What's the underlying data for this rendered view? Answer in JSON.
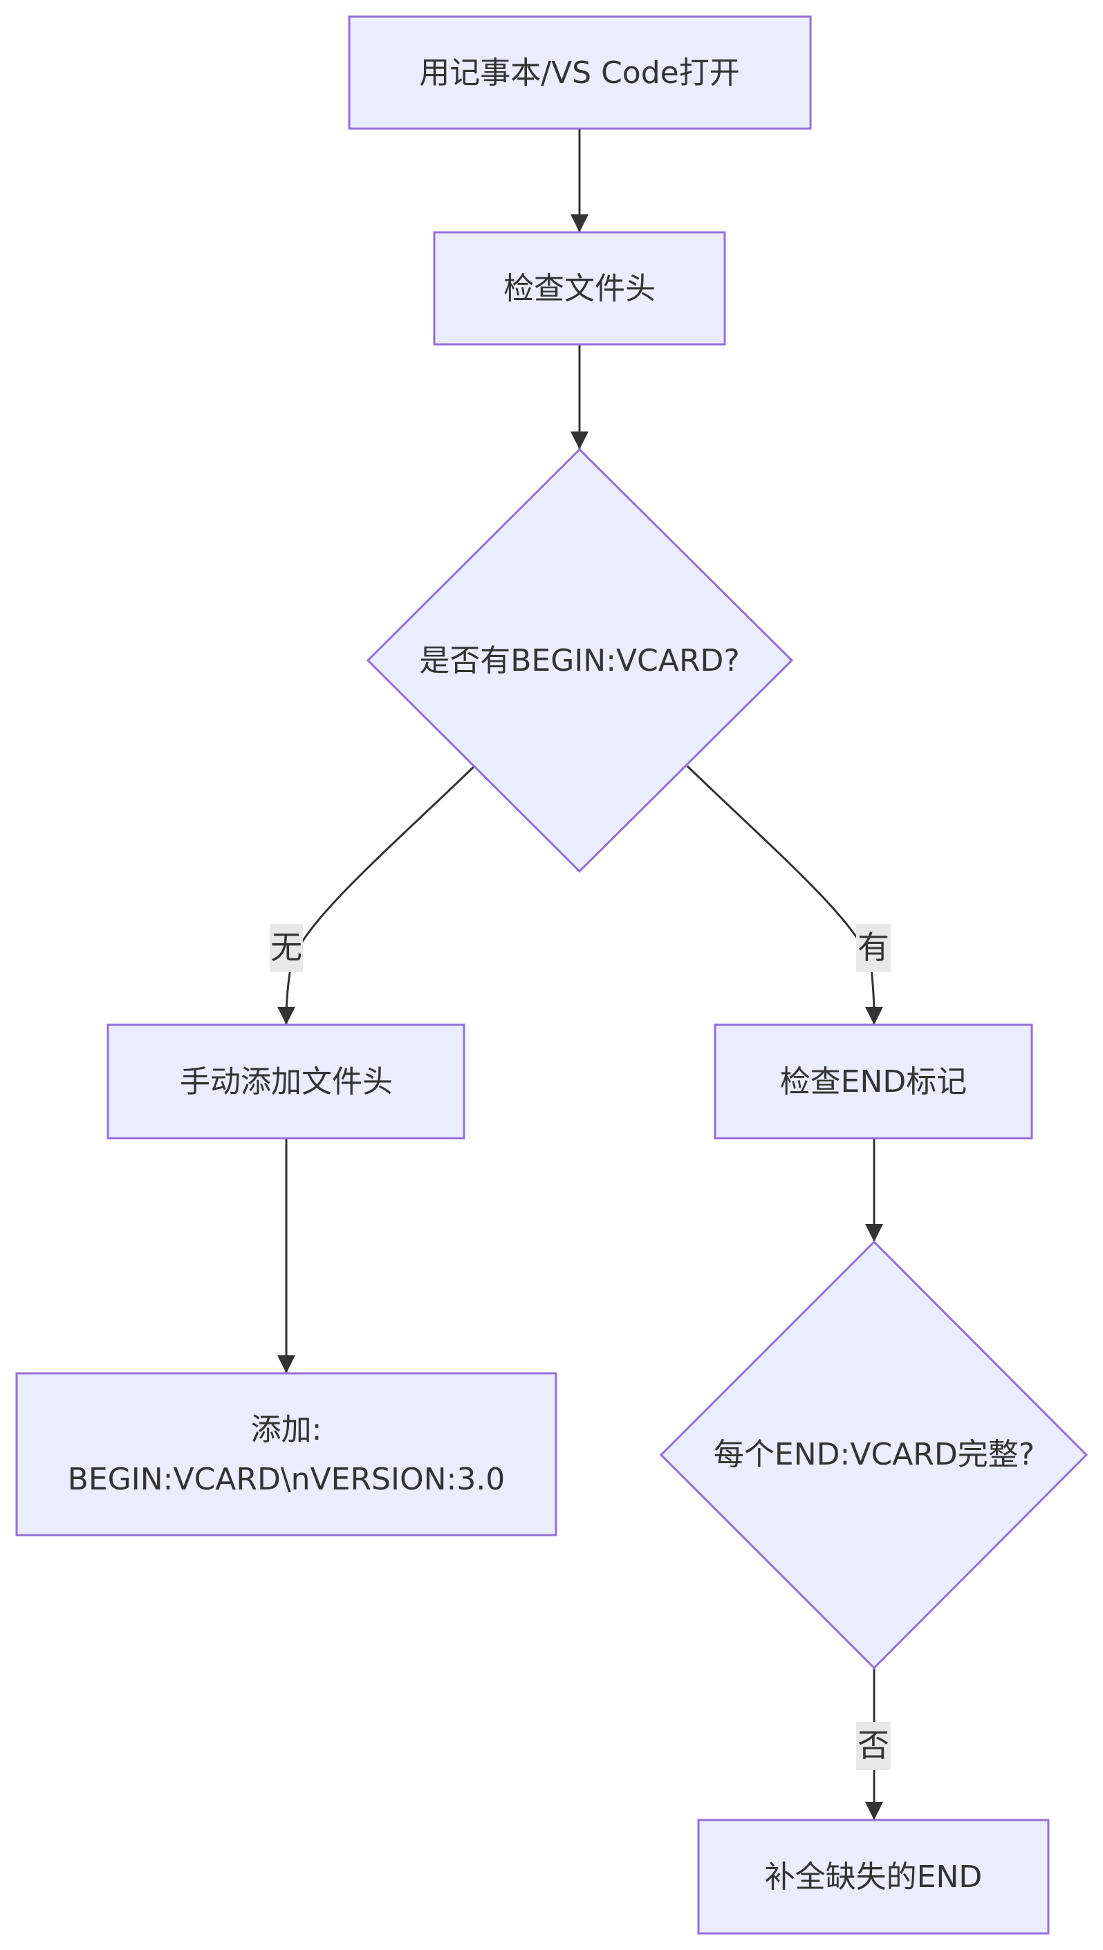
{
  "nodes": {
    "open_editor": "用记事本/VS Code打开",
    "check_header": "检查文件头",
    "has_begin": "是否有BEGIN:VCARD?",
    "manual_add_header": "手动添加文件头",
    "add_line1": "添加:",
    "add_line2": "BEGIN:VCARD\\nVERSION:3.0",
    "check_end": "检查END标记",
    "end_complete": "每个END:VCARD完整?",
    "fill_missing_end": "补全缺失的END"
  },
  "edges": {
    "no": "无",
    "yes": "有",
    "not": "否"
  },
  "colors": {
    "node_fill": "#ECECFF",
    "node_stroke": "#9370DB",
    "edge": "#333333",
    "label_bg": "#E8E8E8"
  }
}
